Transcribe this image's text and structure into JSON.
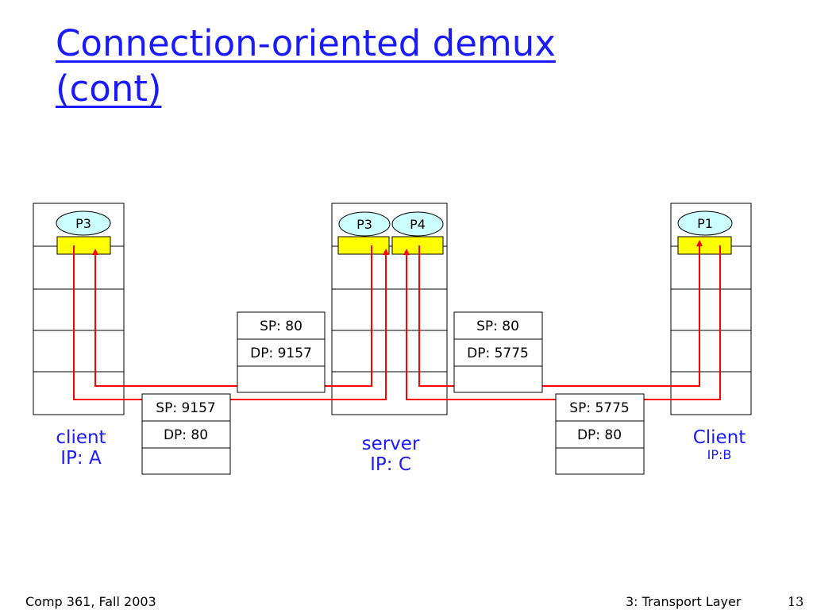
{
  "title": {
    "line1": "Connection-oriented demux",
    "line2": "(cont)"
  },
  "colors": {
    "title": "#1a1aff",
    "arrow": "#ff0000",
    "socket": "#ffff00",
    "process": "#ccffff"
  },
  "hosts": {
    "client_a": {
      "processes": [
        "P3"
      ],
      "label1": "client",
      "label2": "IP: A"
    },
    "server": {
      "processes": [
        "P3",
        "P4"
      ],
      "label1": "server",
      "label2": "IP: C"
    },
    "client_b": {
      "processes": [
        "P1"
      ],
      "label1": "Client",
      "label2": "IP:B"
    }
  },
  "segments": {
    "a_to_server": {
      "sp": "SP: 9157",
      "dp": "DP: 80"
    },
    "server_to_a": {
      "sp": "SP: 80",
      "dp": "DP: 9157"
    },
    "server_to_b": {
      "sp": "SP: 80",
      "dp": "DP: 5775"
    },
    "b_to_server": {
      "sp": "SP: 5775",
      "dp": "DP: 80"
    }
  },
  "footer": {
    "left": "Comp 361, Fall 2003",
    "right": "3: Transport Layer",
    "page": "13"
  }
}
